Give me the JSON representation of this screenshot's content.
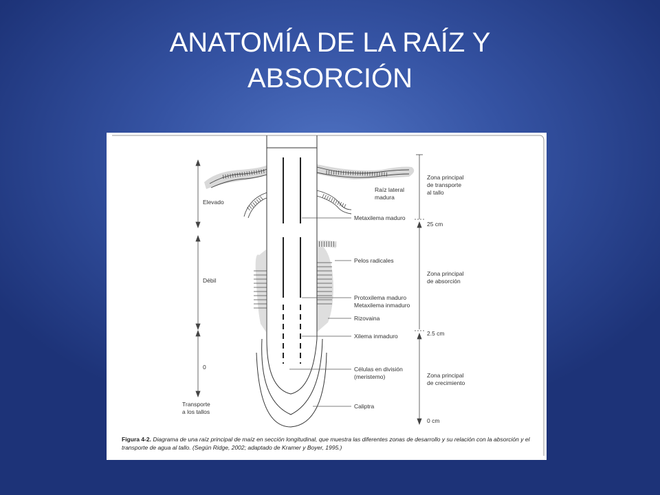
{
  "title": {
    "line1": "ANATOMÍA DE LA RAÍZ Y",
    "line2": "ABSORCIÓN"
  },
  "figure": {
    "left_labels": {
      "elevated": "Elevado",
      "weak": "Débil",
      "zero": "0",
      "transport_line1": "Transporte",
      "transport_line2": "a los tallos"
    },
    "middle_labels": {
      "lateral_root_line1": "Raíz lateral",
      "lateral_root_line2": "madura",
      "mature_metaxylem": "Metaxilema maduro",
      "root_hairs": "Pelos radicales",
      "protoxylem_line1": "Protoxilema maduro",
      "protoxylem_line2": "Metaxilema inmaduro",
      "rhizosheath": "Rizovaina",
      "immature_xylem": "Xilema inmaduro",
      "dividing_cells_line1": "Células en división",
      "dividing_cells_line2": "(meristemo)",
      "root_cap": "Caliptra"
    },
    "right_labels": {
      "transport_zone_line1": "Zona principal",
      "transport_zone_line2": "de transporte",
      "transport_zone_line3": "al tallo",
      "mark_25": "25 cm",
      "absorption_zone_line1": "Zona principal",
      "absorption_zone_line2": "de absorción",
      "mark_2_5": "2.5 cm",
      "growth_zone_line1": "Zona principal",
      "growth_zone_line2": "de crecimiento",
      "mark_0": "0 cm"
    },
    "caption_label": "Figura 4-2.",
    "caption_line1": "Diagrama de una raíz principal de maíz en sección longitudinal, que muestra las diferentes zonas de desarrollo y su relación",
    "caption_line2": "con la absorción y el transporte de agua al tallo. (Según Ridge, 2002; adaptado de Kramer y Boyer, 1995.)"
  }
}
